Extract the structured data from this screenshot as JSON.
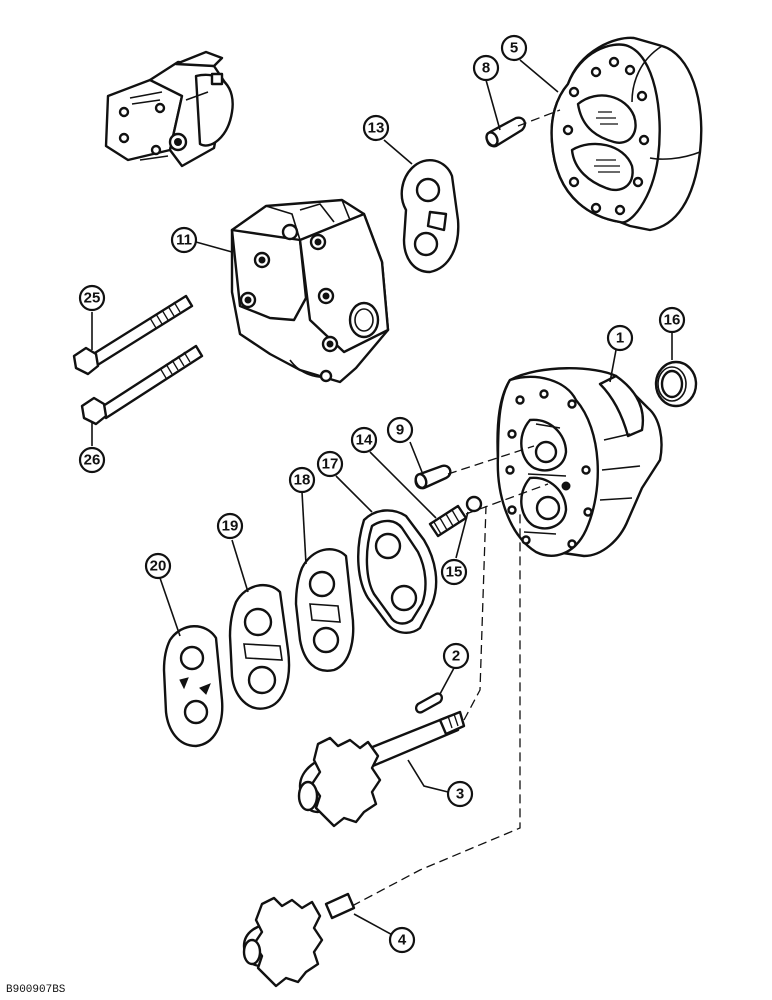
{
  "figure_code": "B900907BS",
  "callouts": [
    {
      "label": "1"
    },
    {
      "label": "2"
    },
    {
      "label": "3"
    },
    {
      "label": "4"
    },
    {
      "label": "5"
    },
    {
      "label": "8"
    },
    {
      "label": "9"
    },
    {
      "label": "11"
    },
    {
      "label": "13"
    },
    {
      "label": "14"
    },
    {
      "label": "15"
    },
    {
      "label": "16"
    },
    {
      "label": "17"
    },
    {
      "label": "18"
    },
    {
      "label": "19"
    },
    {
      "label": "20"
    },
    {
      "label": "25"
    },
    {
      "label": "26"
    }
  ]
}
